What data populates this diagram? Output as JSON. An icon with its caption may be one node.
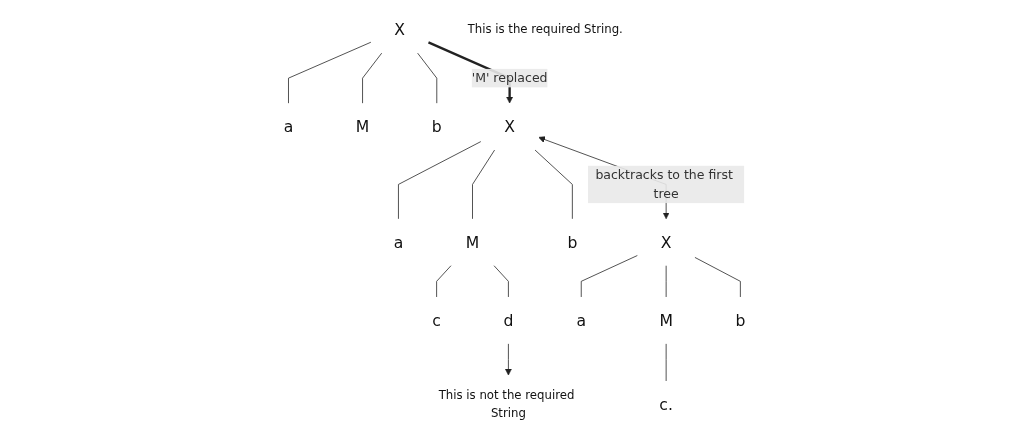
{
  "diagram": {
    "nodes": [
      {
        "text": [
          "X"
        ]
      },
      {
        "text": [
          "a"
        ]
      },
      {
        "text": [
          "M"
        ]
      },
      {
        "text": [
          "b"
        ]
      },
      {
        "text": [
          "X"
        ]
      },
      {
        "text": [
          "a"
        ]
      },
      {
        "text": [
          "M"
        ]
      },
      {
        "text": [
          "b"
        ]
      },
      {
        "text": [
          "c"
        ]
      },
      {
        "text": [
          "d"
        ]
      },
      {
        "text": [
          "X"
        ]
      },
      {
        "text": [
          "a"
        ]
      },
      {
        "text": [
          "M"
        ]
      },
      {
        "text": [
          "b"
        ]
      },
      {
        "text": [
          "c."
        ]
      },
      {
        "text": [
          "This is not the required String"
        ]
      },
      {
        "text": [
          "This is the required String."
        ]
      }
    ],
    "edges": [
      {
        "from": 0,
        "to": 1,
        "arrow": "none"
      },
      {
        "from": 0,
        "to": 2,
        "arrow": "none"
      },
      {
        "from": 0,
        "to": 3,
        "arrow": "none"
      },
      {
        "from": 0,
        "to": 4,
        "arrow": "to",
        "label": "'M' replaced",
        "style": "thick"
      },
      {
        "from": 4,
        "to": 5,
        "arrow": "none"
      },
      {
        "from": 4,
        "to": 6,
        "arrow": "none"
      },
      {
        "from": 4,
        "to": 7,
        "arrow": "none"
      },
      {
        "from": 6,
        "to": 8,
        "arrow": "none"
      },
      {
        "from": 6,
        "to": 9,
        "arrow": "none"
      },
      {
        "from": 4,
        "to": 10,
        "arrow": "both",
        "label": "backtracks to the first tree"
      },
      {
        "from": 10,
        "to": 11,
        "arrow": "none"
      },
      {
        "from": 10,
        "to": 12,
        "arrow": "none"
      },
      {
        "from": 10,
        "to": 13,
        "arrow": "none"
      },
      {
        "from": 12,
        "to": 14,
        "arrow": "none"
      },
      {
        "from": 9,
        "to": 15,
        "arrow": "to"
      }
    ]
  }
}
